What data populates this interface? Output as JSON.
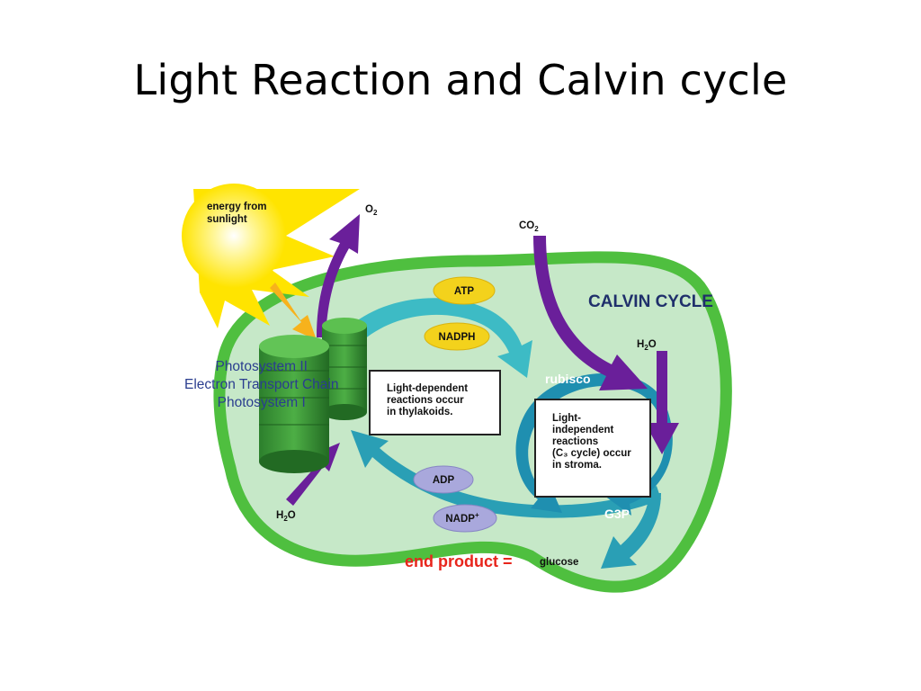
{
  "slide": {
    "title": "Light Reaction and Calvin cycle"
  },
  "diagram": {
    "sunlight_label": [
      "energy from",
      "sunlight"
    ],
    "o2": "O",
    "o2_sub": "2",
    "co2": "CO",
    "co2_sub": "2",
    "h2o_right": "H",
    "h2o_right_sub": "2",
    "h2o_right_end": "O",
    "h2o_left": "H",
    "h2o_left_sub": "2",
    "h2o_left_end": "O",
    "calvin_cycle": "CALVIN CYCLE",
    "atp": "ATP",
    "nadph": "NADPH",
    "adp": "ADP",
    "nadp": "NADP",
    "nadp_sup": "+",
    "rubisco": "rubisco",
    "g3p": "G3P",
    "photosystems": [
      "Photosystem II",
      "Electron Transport Chain",
      "Photosystem I"
    ],
    "light_dependent_box": [
      "Light-dependent",
      "reactions occur",
      "in thylakoids."
    ],
    "light_independent_box": [
      "Light-",
      "independent",
      "reactions",
      "(C₃ cycle) occur",
      "in stroma."
    ],
    "end_product_label": "end product =",
    "end_product_value": "glucose",
    "colors": {
      "stroma": "#c6e8c8",
      "membrane": "#4fbf3f",
      "thylakoid": "#3c9a3a",
      "cycle_arrow": "#2eb6c4",
      "purple_arrow": "#6a1f9a",
      "sun": "#ffe400",
      "oval_yellow": "#f3d21c",
      "oval_lilac": "#a9a8dc",
      "end_product_red": "#e8251c"
    }
  }
}
